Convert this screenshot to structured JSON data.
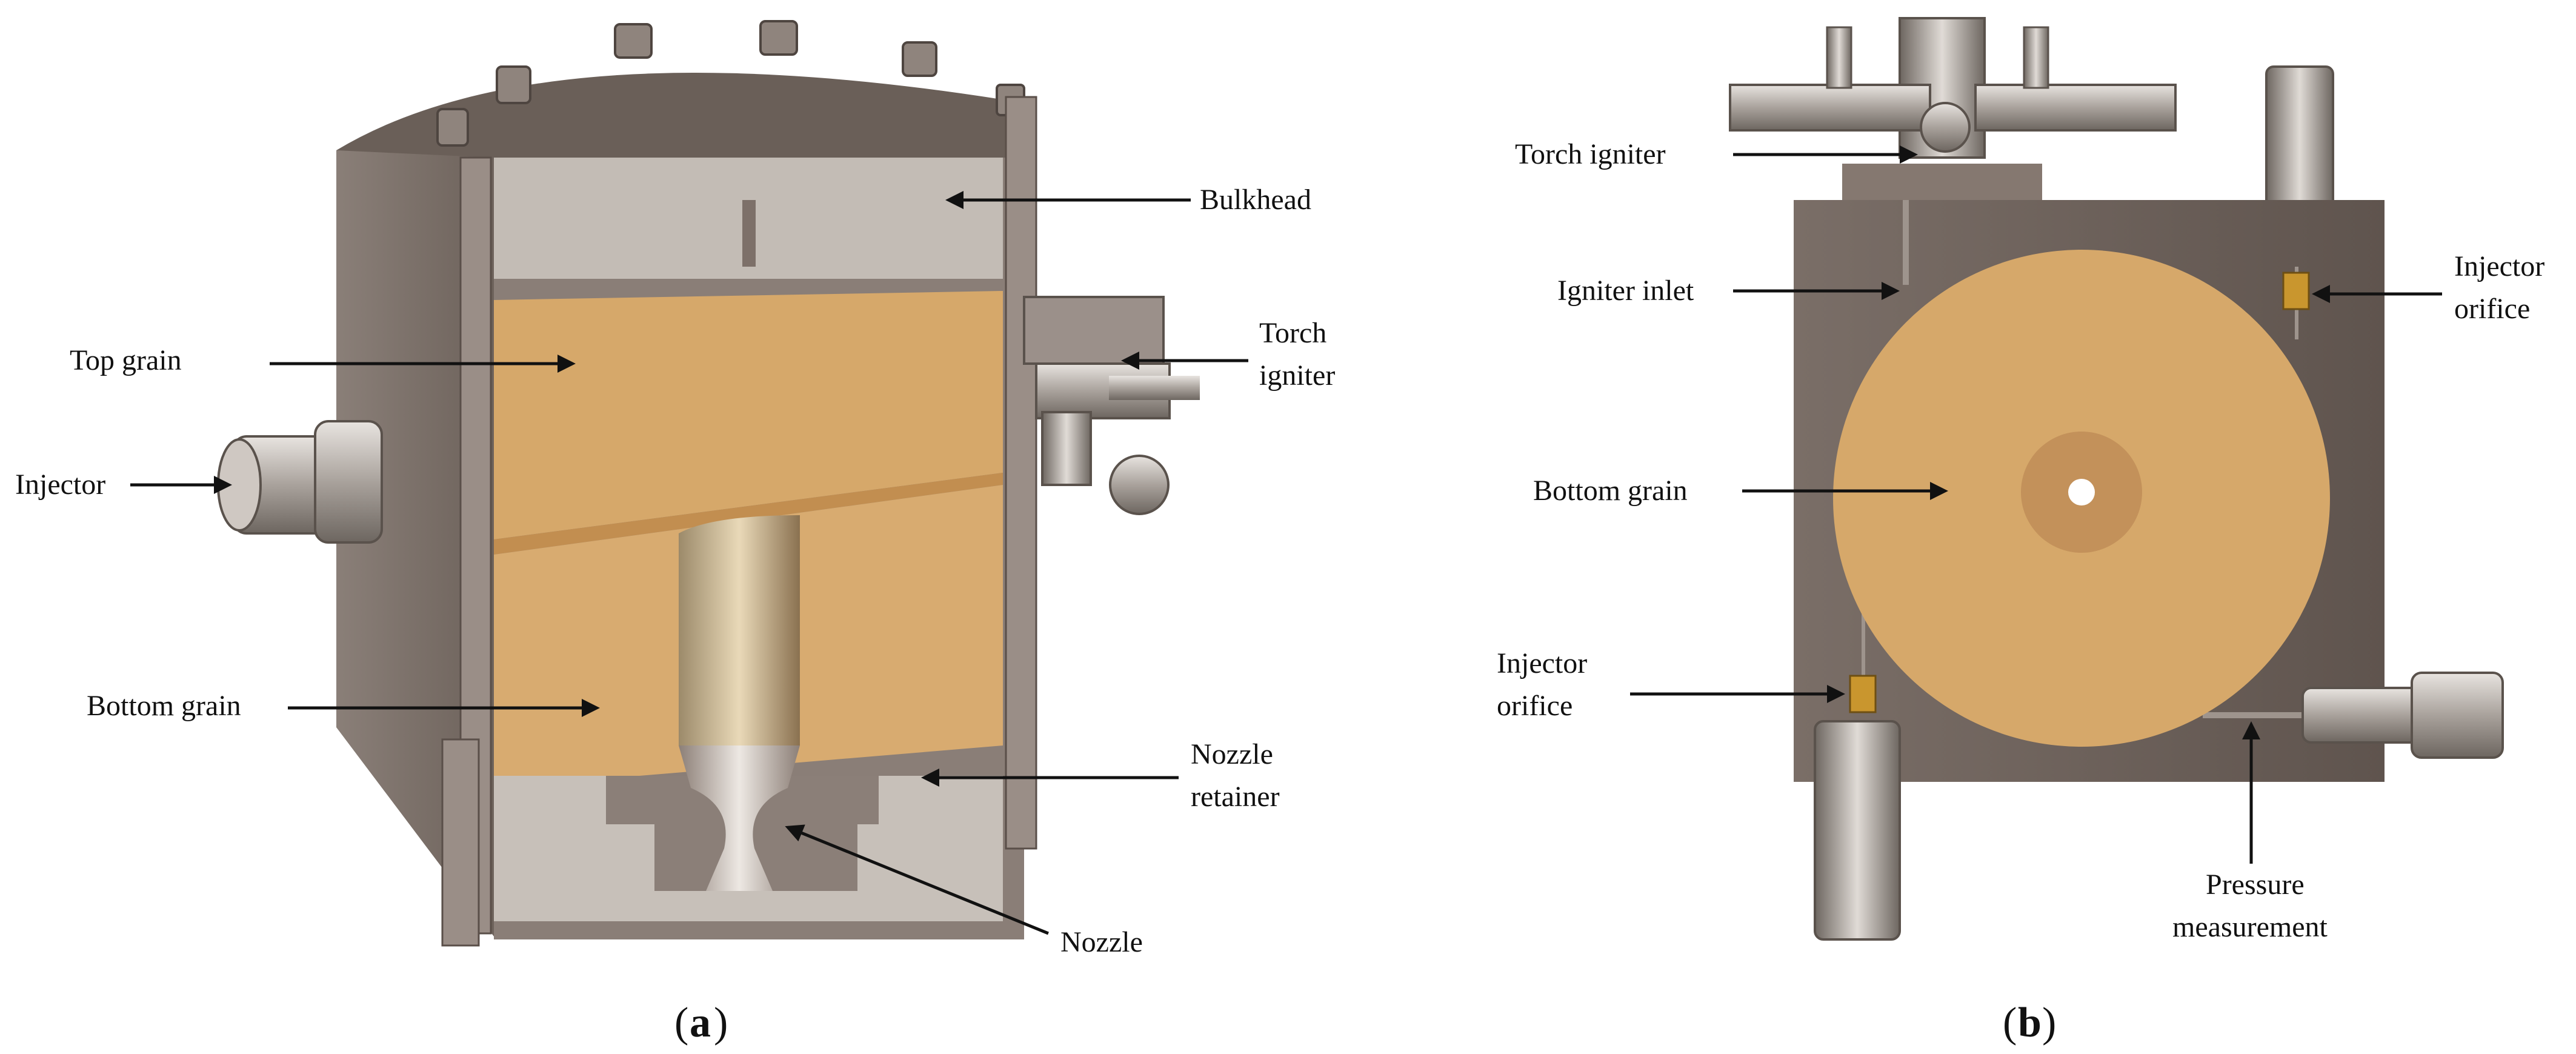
{
  "panel_a": {
    "caption_letter": "a",
    "labels": {
      "bulkhead": "Bulkhead",
      "top_grain": "Top grain",
      "torch_igniter_line1": "Torch",
      "torch_igniter_line2": "igniter",
      "injector": "Injector",
      "bottom_grain": "Bottom grain",
      "nozzle_retainer_line1": "Nozzle",
      "nozzle_retainer_line2": "retainer",
      "nozzle": "Nozzle"
    }
  },
  "panel_b": {
    "caption_letter": "b",
    "labels": {
      "torch_igniter": "Torch igniter",
      "igniter_inlet": "Igniter inlet",
      "injector_orifice_top_line1": "Injector",
      "injector_orifice_top_line2": "orifice",
      "bottom_grain": "Bottom grain",
      "injector_orifice_bottom_line1": "Injector",
      "injector_orifice_bottom_line2": "orifice",
      "pressure_measurement_line1": "Pressure",
      "pressure_measurement_line2": "measurement"
    }
  },
  "colors": {
    "steel_dark": "#6e625c",
    "steel_light": "#b5aea7",
    "grain": "#d6a86a",
    "grain_shadow": "#c99a5c",
    "brass": "#c9962e"
  }
}
